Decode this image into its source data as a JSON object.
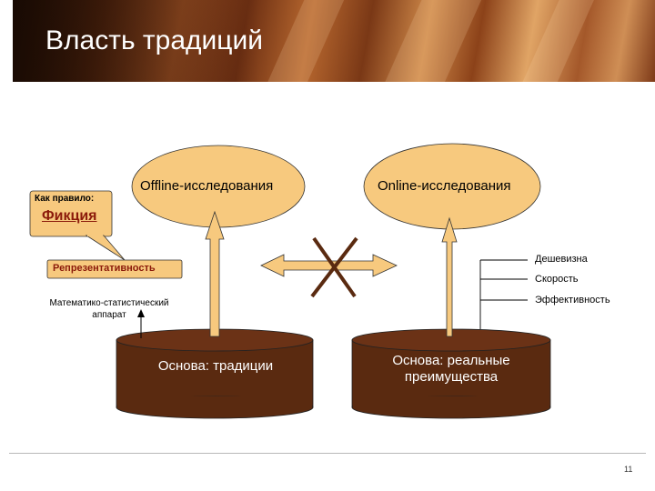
{
  "slide": {
    "title": "Власть традиций",
    "page_number": "11"
  },
  "diagram": {
    "offline_label": "Offline-исследования",
    "online_label": "Online-исследования",
    "callout_heading": "Как правило:",
    "callout_text": "Фикция",
    "representativeness_label": "Репрезентативность",
    "math_label_line1": "Математико-статистический",
    "math_label_line2": "аппарат",
    "tradition_base_label": "Основа: традиции",
    "advantages_base_line1": "Основа: реальные",
    "advantages_base_line2": "преимущества",
    "advantages": [
      "Дешевизна",
      "Скорость",
      "Эффективность"
    ]
  },
  "colors": {
    "ellipse_fill": "#f7c97e",
    "arrow_fill": "#f7c97e",
    "cylinder_fill": "#5a2a10",
    "cross_color": "#5a2a10",
    "callout_text_color": "#8b1a0a"
  }
}
